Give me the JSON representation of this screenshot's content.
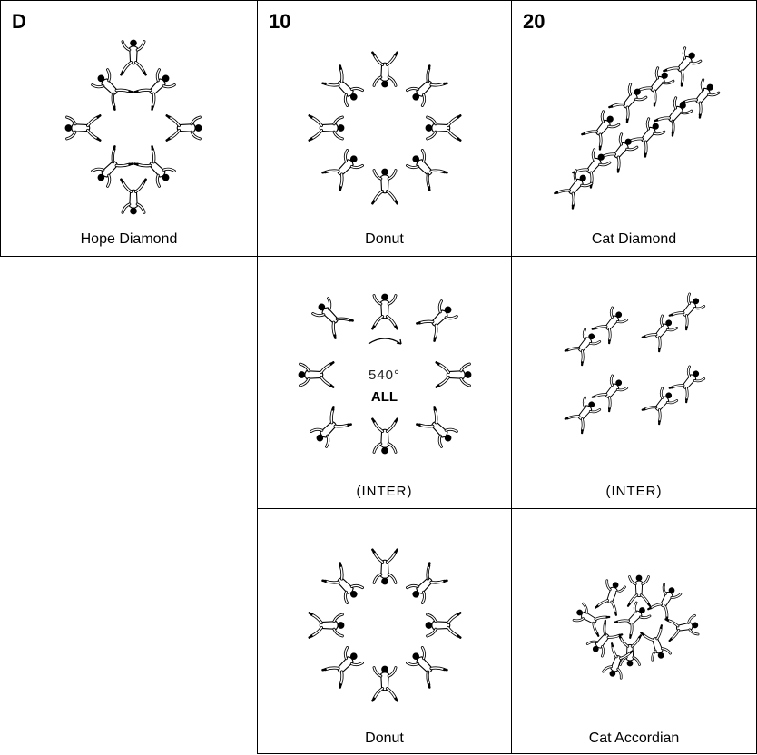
{
  "headers": {
    "col_d": "D",
    "col_10": "10",
    "col_20": "20"
  },
  "row1": {
    "d_caption": "Hope Diamond",
    "p10_caption": "Donut",
    "p20_caption": "Cat Diamond"
  },
  "row2": {
    "p10_caption": "(INTER)",
    "p20_caption": "(INTER)",
    "center_line1": "540°",
    "center_line2": "ALL"
  },
  "row3": {
    "p10_caption": "Donut",
    "p20_caption": "Cat Accordian"
  }
}
